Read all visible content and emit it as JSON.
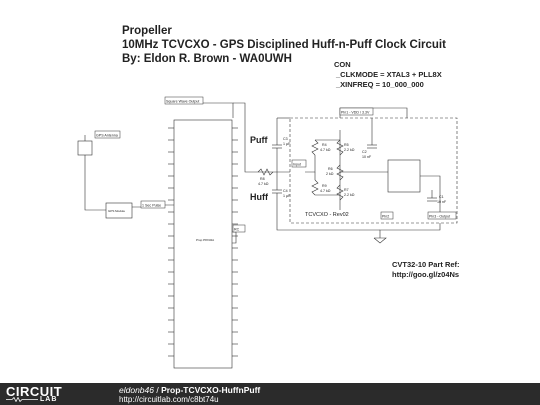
{
  "title": {
    "line1": "Propeller",
    "line2": "10MHz TCVCXO - GPS Disciplined Huff-n-Puff Clock Circuit",
    "line3": "By: Eldon R. Brown - WA0UWH"
  },
  "con_block": {
    "line1": "CON",
    "line2": "_CLKMODE = XTAL3 + PLL8X",
    "line3": "_XINFREQ = 10_000_000"
  },
  "part_ref": {
    "line1": "CVT32-10 Part Ref:",
    "line2": "http://goo.gl/z04Ns"
  },
  "labels": {
    "square_wave": "Square Wave Output",
    "gps_antenna": "GPS Antenna",
    "gps_module": "GPS Module",
    "one_sec_pulse": "1 Sec Pulse",
    "puff": "Puff",
    "huff": "Huff",
    "input": "Input",
    "pin1": "Pin1 - VDD / 3.3V",
    "pin2": "Pin2",
    "pin3": "Pin3 - Output",
    "tcvcxo": "TCVCXO - Rev02",
    "chip": "Prop P8X32A",
    "rc": "RC"
  },
  "components": {
    "c3": "C3",
    "c3_val": "1 µF",
    "c4": "C4",
    "c4_val": "1 µF",
    "r8": "R8",
    "r8_val": "4.7 kΩ",
    "r4": "R4",
    "r4_val": "4.7 kΩ",
    "r5": "R5",
    "r5_val": "2.2 kΩ",
    "r6": "R6",
    "r6_val": "2 kΩ",
    "r7": "R7",
    "r7_val": "2.2 kΩ",
    "r9": "R9",
    "r9_val": "4.7 kΩ",
    "c2": "C2",
    "c2_val": "10 nF",
    "c1": "C1",
    "c1_val": "10 nF"
  },
  "footer": {
    "user": "eldonb46",
    "sep": " / ",
    "project": "Prop-TCVCXO-HuffnPuff",
    "url": "http://circuitlab.com/c8bt74u",
    "logo_top": "CIRCUIT",
    "logo_bottom": "LAB"
  }
}
